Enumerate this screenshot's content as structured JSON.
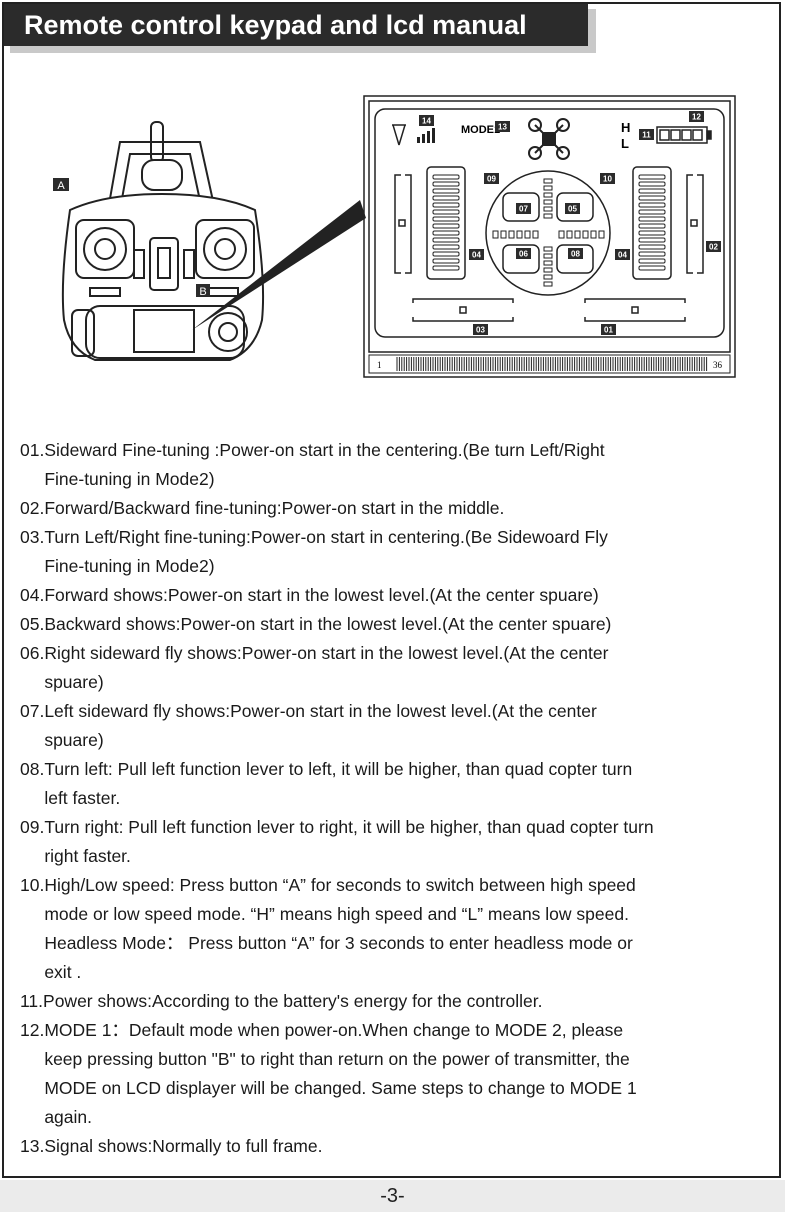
{
  "title": "Remote control keypad and lcd manual",
  "page_number": "-3-",
  "remote": {
    "label_a": "A",
    "label_b": "B"
  },
  "lcd": {
    "mode_text": "MODE1",
    "scale_left": "1",
    "scale_right": "36",
    "letter_h": "H",
    "letter_l": "L",
    "callouts": [
      "14",
      "13",
      "12",
      "11",
      "09",
      "10",
      "07",
      "05",
      "06",
      "08",
      "04",
      "04",
      "02",
      "03",
      "01"
    ]
  },
  "items": [
    {
      "num": "01.",
      "lines": [
        "Sideward Fine-tuning :Power-on start in the centering.(Be turn Left/Right",
        "Fine-tuning in Mode2)"
      ]
    },
    {
      "num": "02.",
      "lines": [
        "Forward/Backward fine-tuning:Power-on start in the middle."
      ]
    },
    {
      "num": "03.",
      "lines": [
        "Turn Left/Right fine-tuning:Power-on start in centering.(Be Sidewoard Fly",
        "Fine-tuning in Mode2)"
      ]
    },
    {
      "num": "04.",
      "lines": [
        "Forward shows:Power-on start in the lowest level.(At the center spuare)"
      ]
    },
    {
      "num": "05.",
      "lines": [
        "Backward shows:Power-on start in the lowest level.(At the center spuare)"
      ]
    },
    {
      "num": "06.",
      "lines": [
        "Right sideward fly shows:Power-on start in the lowest level.(At the center",
        "spuare)"
      ]
    },
    {
      "num": "07.",
      "lines": [
        "Left sideward fly shows:Power-on start in the lowest level.(At the center",
        "spuare)"
      ]
    },
    {
      "num": "08.",
      "lines": [
        "Turn left: Pull left function lever to left, it will be higher, than quad copter turn",
        " left faster."
      ]
    },
    {
      "num": "09.",
      "lines": [
        "Turn right: Pull left function lever to right, it will be higher, than quad copter turn",
        "right faster."
      ]
    },
    {
      "num": "10.",
      "lines": [
        "High/Low speed: Press button “A” for seconds to switch between high speed",
        "mode or low speed mode. “H” means high speed and “L” means low speed.",
        "Headless Mode： Press button “A” for 3 seconds to enter headless mode or",
        "exit ."
      ]
    },
    {
      "num": "11.",
      "lines": [
        "Power shows:According to the battery's energy for the controller."
      ]
    },
    {
      "num": "12.",
      "lines": [
        "MODE 1：Default mode when power-on.When change to MODE 2, please",
        "keep pressing button \"B\" to right than return on the power of transmitter, the",
        "MODE on LCD displayer will be changed. Same steps to change to MODE 1",
        "again."
      ]
    },
    {
      "num": "13.",
      "lines": [
        "Signal shows:Normally to full frame."
      ]
    }
  ]
}
